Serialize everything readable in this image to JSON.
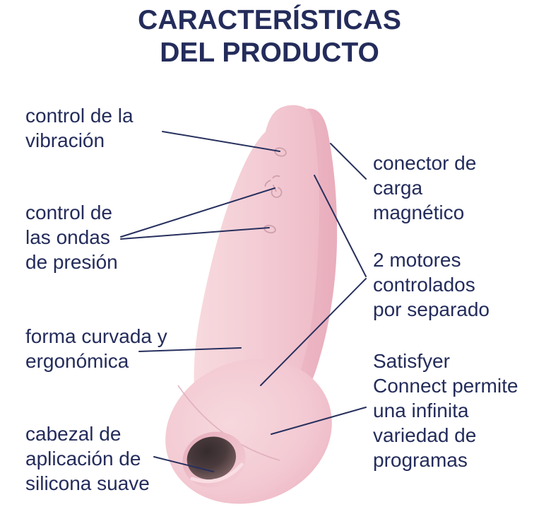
{
  "title": {
    "line1": "CARACTERÍSTICAS",
    "line2": "DEL PRODUCTO"
  },
  "features": {
    "vibration_control": "control de la\nvibración",
    "pressure_wave_control": "control de\nlas ondas\nde presión",
    "ergonomic_shape": "forma curvada y\nergonómica",
    "silicone_head": "cabezal de\naplicación de\nsilicona suave",
    "magnetic_charger": "conector de\ncarga\nmagnético",
    "two_motors": "2 motores\ncontrolados\npor separado",
    "satisfyer_connect": "Satisfyer\nConnect permite\nuna infinita\nvariedad de\nprogramas"
  },
  "icons": {
    "power_button": "power-icon",
    "vibration_button": "round-button-icon",
    "airpulse_button": "round-button-icon"
  },
  "colors": {
    "text-navy": "#242c5b",
    "line-navy": "#27305e",
    "product-pink": "#f4cfd7",
    "product-pink-shade": "#eebac7",
    "button-stroke": "#cf9fab",
    "seam-pink": "#dcaab8",
    "background": "#ffffff"
  }
}
